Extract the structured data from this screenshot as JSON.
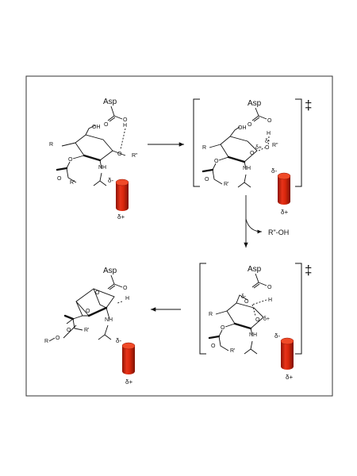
{
  "labels": {
    "asp": "Asp",
    "delta_minus": "δ-",
    "delta_plus": "δ+",
    "double_dagger": "‡",
    "leaving_group": "R\"-OH",
    "R": "R",
    "R_prime": "R'",
    "R_double_prime": "R\"",
    "NH": "NH",
    "OH": "OH",
    "O": "O",
    "H": "H"
  },
  "colors": {
    "cylinder_body": "#d8260c",
    "cylinder_top": "#f04a28",
    "cylinder_shade": "#8f1405",
    "frame": "#333333"
  }
}
